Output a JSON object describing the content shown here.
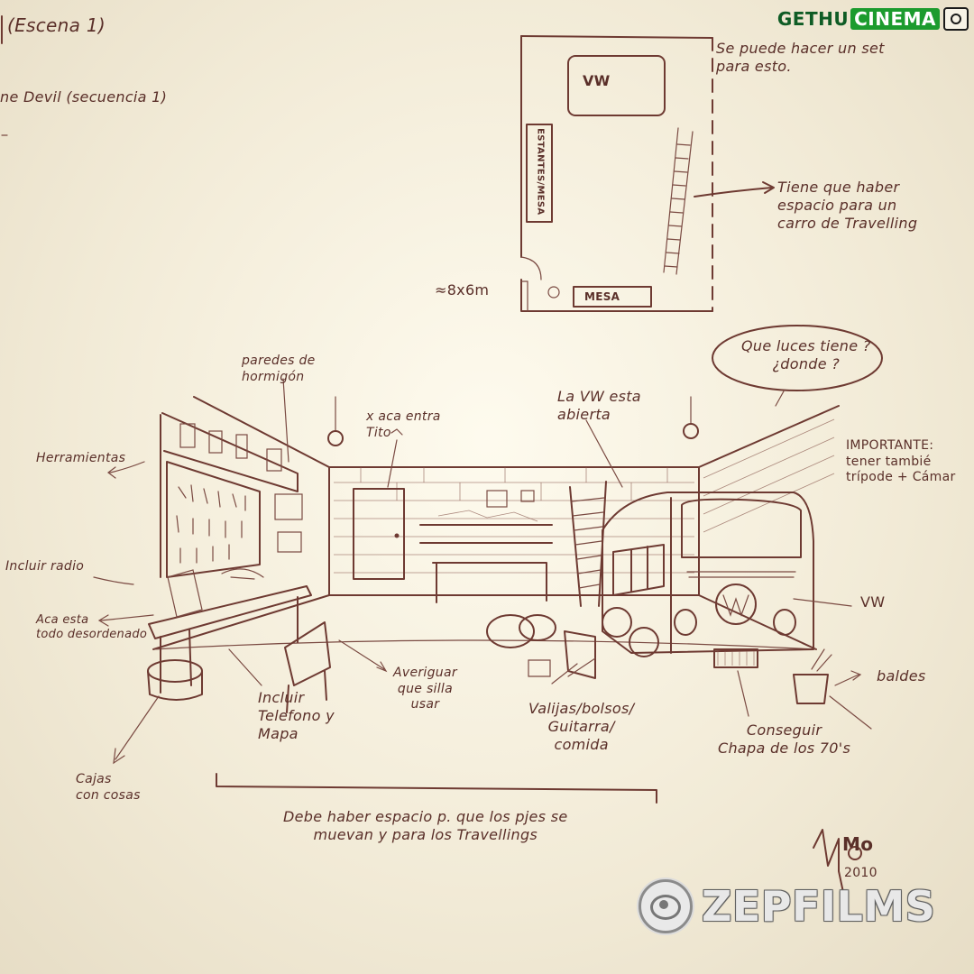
{
  "header": {
    "scene": "(Escena 1)",
    "sequence": "ne Devil (secuencia 1)"
  },
  "floorplan": {
    "vw_label": "VW",
    "shelves_label": "ESTANTES/MESA",
    "table_label": "MESA",
    "dimensions": "≈8x6m",
    "note_set": "Se puede hacer un set\npara esto.",
    "note_travelling": "Tiene que haber\nespacio para un\ncarro de Travelling"
  },
  "scene_notes": {
    "walls": "paredes de\nhormigón",
    "tito": "x aca entra\nTito",
    "vw_open": "La VW esta\nabierta",
    "lights_question": "Que luces tiene ?\n¿donde ?",
    "important": "IMPORTANTE:\n  tener tambié\n  trípode + Cámar",
    "tools": "Herramientas",
    "radio": "Incluir radio",
    "messy": "Aca esta\ntodo desordenado",
    "phone_map": "Incluir\nTelefono y\nMapa",
    "chair": "Averiguar\nque silla\nusar",
    "luggage": "Valijas/bolsos/\nGuitarra/\ncomida",
    "vw": "VW",
    "buckets": "baldes",
    "plate": "Conseguir\nChapa de los 70's",
    "boxes": "Cajas\ncon cosas",
    "space": "Debe haber espacio p. que los pjes se\nmuevan y para los Travellings"
  },
  "signature": {
    "initials": "Mo",
    "year": "2010"
  },
  "watermarks": {
    "gethu_left": "GETHU",
    "gethu_right": "CINEMA",
    "zepfilms": "ZEPFILMS"
  }
}
